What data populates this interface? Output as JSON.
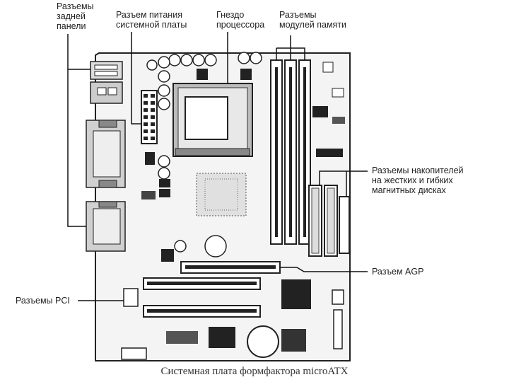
{
  "labels": {
    "rear_panel": "Разъемы\nзадней\nпанели",
    "power": "Разъем питания\nсистемной платы",
    "socket": "Гнездо\nпроцессора",
    "memory": "Разъемы\nмодулей памяти",
    "storage": "Разъемы накопителей\nна жестких и гибких\nмагнитных дисках",
    "agp": "Разъем AGP",
    "pci": "Разъемы PCI"
  },
  "caption": "Системная плата формфактора microATX"
}
